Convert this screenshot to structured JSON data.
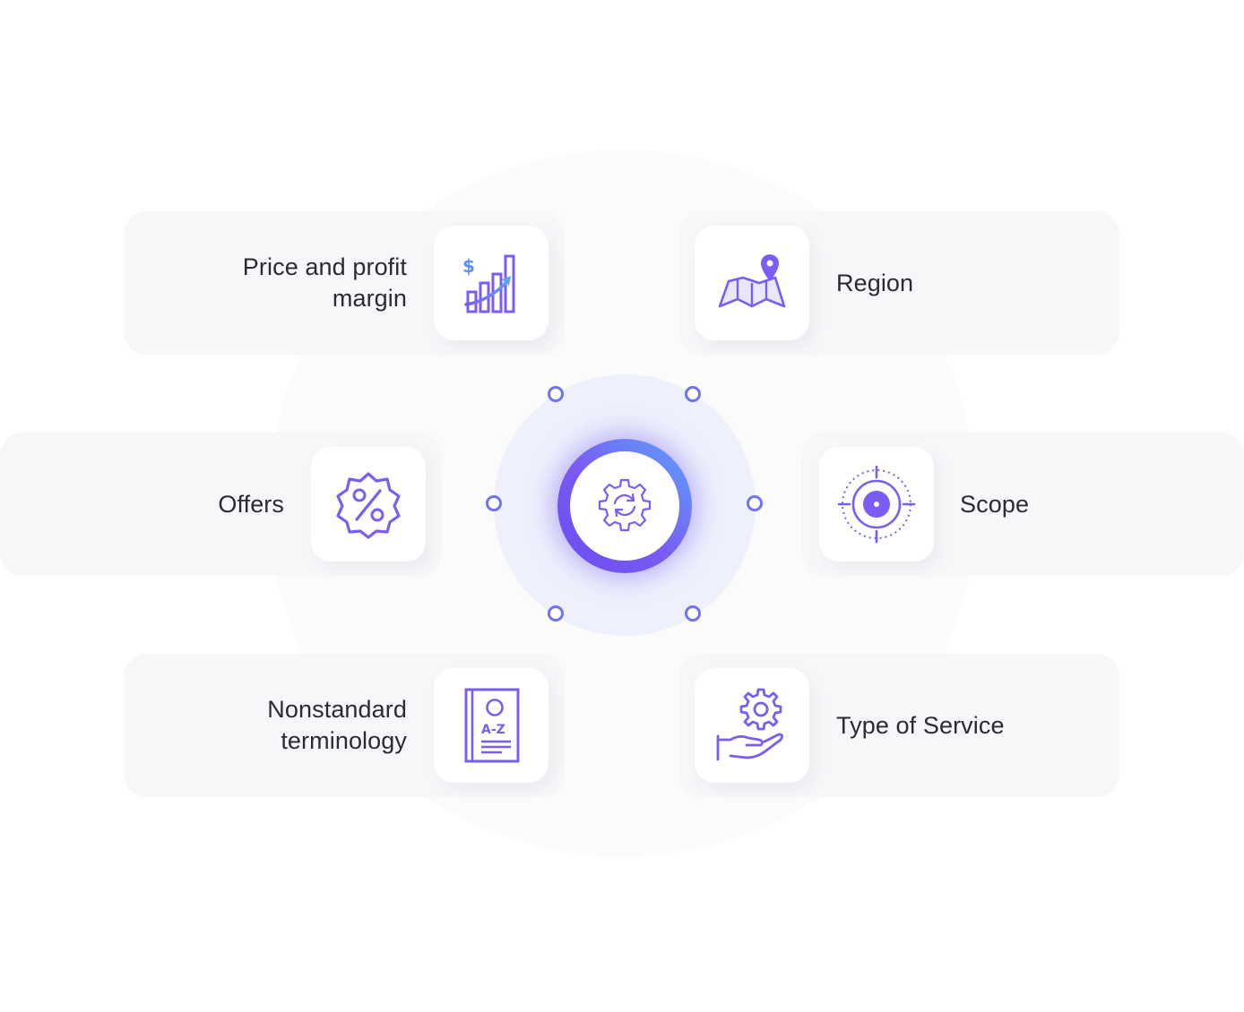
{
  "colors": {
    "accent_purple": "#7b5cf4",
    "accent_blue": "#5da3fb",
    "card_bg": "#f6f7f9",
    "text": "#2b2b33"
  },
  "center": {
    "icon": "gear-cycle-icon"
  },
  "items": [
    {
      "label": "Price and profit\nmargin",
      "icon": "bar-chart-dollar-icon"
    },
    {
      "label": "Region",
      "icon": "map-pin-icon"
    },
    {
      "label": "Offers",
      "icon": "percent-badge-icon"
    },
    {
      "label": "Scope",
      "icon": "target-icon"
    },
    {
      "label": "Nonstandard\nterminology",
      "icon": "dictionary-book-icon"
    },
    {
      "label": "Type of Service",
      "icon": "hand-gear-icon"
    }
  ]
}
